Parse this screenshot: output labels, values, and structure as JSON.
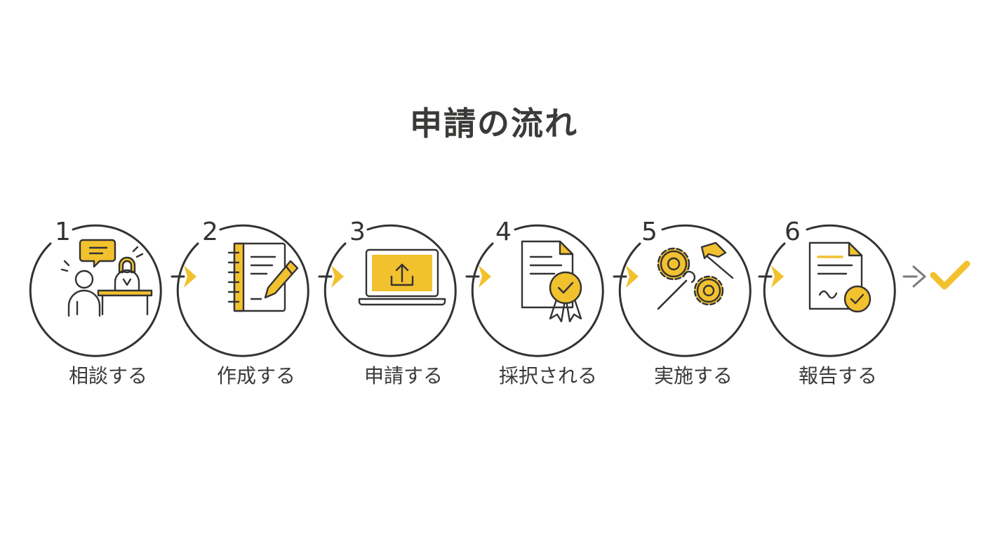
{
  "title": "申請の流れ",
  "colors": {
    "accent": "#f2c12e",
    "line": "#333333",
    "final_arrow": "#7a7a7a"
  },
  "steps": [
    {
      "number": "1",
      "label": "相談する",
      "icon": "consultation-icon"
    },
    {
      "number": "2",
      "label": "作成する",
      "icon": "notebook-pencil-icon"
    },
    {
      "number": "3",
      "label": "申請する",
      "icon": "laptop-upload-icon"
    },
    {
      "number": "4",
      "label": "採択される",
      "icon": "certificate-badge-icon"
    },
    {
      "number": "5",
      "label": "実施する",
      "icon": "gears-tools-icon"
    },
    {
      "number": "6",
      "label": "報告する",
      "icon": "report-check-icon"
    }
  ],
  "end_icon": "checkmark-icon"
}
